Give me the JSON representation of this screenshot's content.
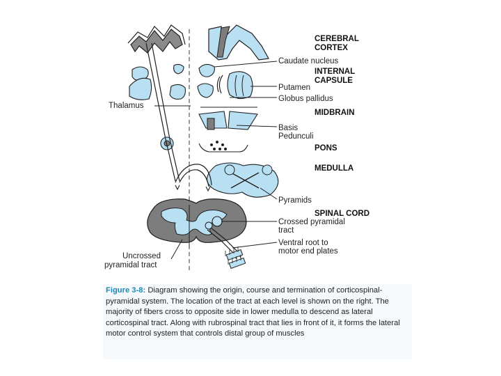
{
  "levels": {
    "cerebral_cortex_1": "CEREBRAL",
    "cerebral_cortex_2": "CORTEX",
    "internal_capsule_1": "INTERNAL",
    "internal_capsule_2": "CAPSULE",
    "midbrain": "MIDBRAIN",
    "pons": "PONS",
    "medulla": "MEDULLA",
    "spinal_cord": "SPINAL CORD"
  },
  "labels": {
    "caudate_nucleus": "Caudate nucleus",
    "putamen": "Putamen",
    "globus_pallidus": "Globus pallidus",
    "thalamus": "Thalamus",
    "basis_pedunculi_1": "Basis",
    "basis_pedunculi_2": "Pedunculi",
    "pyramids": "Pyramids",
    "crossed_tract_1": "Crossed pyramidal",
    "crossed_tract_2": "tract",
    "ventral_root_1": "Ventral root to",
    "ventral_root_2": "motor end plates",
    "uncrossed_tract_1": "Uncrossed",
    "uncrossed_tract_2": "pyramidal tract"
  },
  "caption": {
    "figure_number": "Figure 3-8:",
    "text": "Diagram showing the origin, course and termination of corticospinal-pyramidal system. The location of the tract at each level is shown on the right. The majority of fibers cross to opposite side in lower medulla to descend as lateral corticospinal tract. Along with rubrospinal tract that lies in front of it, it forms the lateral motor control system that controls distal group of muscles"
  },
  "colors": {
    "tissue_blue": "#b9dff3",
    "tissue_stroke": "#1f1f1f",
    "grey_matter": "#7d7d7d",
    "figure_label": "#1e88b6"
  }
}
